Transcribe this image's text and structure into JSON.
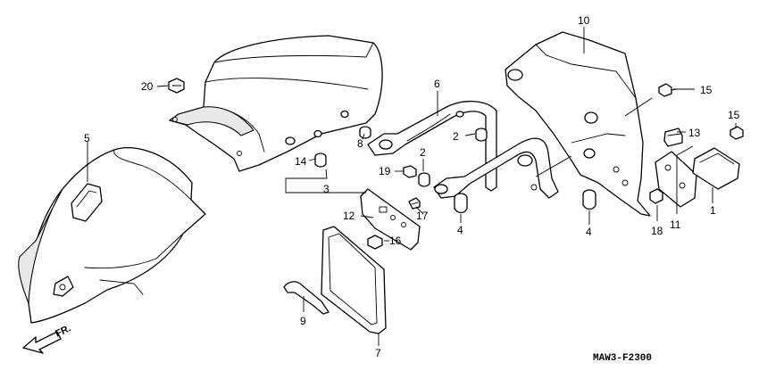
{
  "diagram": {
    "drawing_code": "MAW3-F2300",
    "direction_label": "FR.",
    "callouts": {
      "p1": "1",
      "p2a": "2",
      "p2b": "2",
      "p3": "3",
      "p4a": "4",
      "p4b": "4",
      "p5": "5",
      "p6": "6",
      "p7": "7",
      "p8": "8",
      "p9": "9",
      "p10": "10",
      "p11": "11",
      "p12": "12",
      "p13": "13",
      "p14": "14",
      "p15a": "15",
      "p15b": "15",
      "p16": "16",
      "p17": "17",
      "p18": "18",
      "p19": "19",
      "p20": "20"
    }
  }
}
